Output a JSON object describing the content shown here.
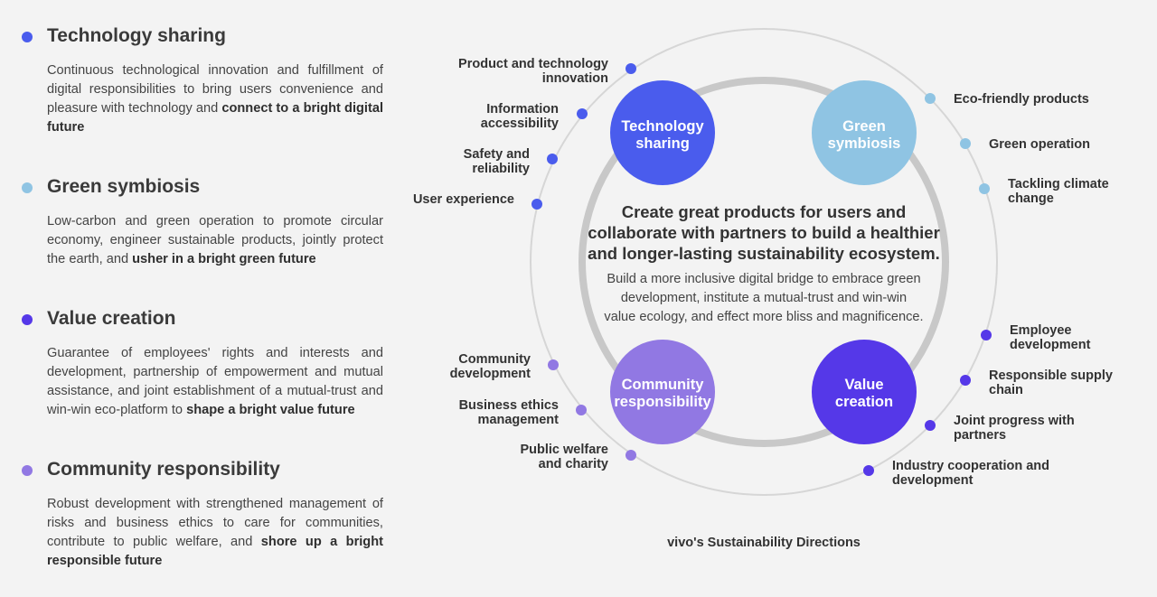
{
  "colors": {
    "technology": "#4a5ced",
    "green": "#8fc4e3",
    "value": "#5538e8",
    "community": "#9178e3",
    "ring": "#c8c8c8",
    "outer_ring": "#d6d6d6"
  },
  "sections": [
    {
      "title": "Technology sharing",
      "body": "Continuous technological innovation and fulfillment of digital responsibilities to bring users convenience and pleasure with technology and ",
      "bold": "connect to a bright digital future"
    },
    {
      "title": "Green symbiosis",
      "body": "Low-carbon and green operation to promote circular economy, engineer sustainable products, jointly protect the earth, and ",
      "bold": "usher in a bright green future"
    },
    {
      "title": "Value creation",
      "body": "Guarantee of employees' rights and interests and development, partnership of empowerment and mutual assistance, and joint establishment of a mutual-trust and win-win eco-platform to ",
      "bold": "shape a bright value future"
    },
    {
      "title": "Community responsibility",
      "body": "Robust development with strengthened management of risks and business ethics to care for communities, contribute to public welfare, and ",
      "bold": "shore up a bright responsible future"
    }
  ],
  "diagram": {
    "core_circles": {
      "technology": [
        "Technology",
        "sharing"
      ],
      "green": [
        "Green",
        "symbiosis"
      ],
      "community": [
        "Community",
        "responsibility"
      ],
      "value": [
        "Value",
        "creation"
      ]
    },
    "center_title": [
      "Create great products for users and",
      "collaborate with partners to build a healthier",
      "and longer-lasting sustainability ecosystem."
    ],
    "center_body": [
      "Build a more inclusive digital bridge to embrace green",
      "development, institute a mutual-trust and win-win",
      "value ecology, and effect more bliss and magnificence."
    ],
    "technology_items": [
      [
        "Product and technology",
        "innovation"
      ],
      [
        "Information",
        "accessibility"
      ],
      [
        "Safety and",
        "reliability"
      ],
      [
        "User experience"
      ]
    ],
    "green_items": [
      [
        "Eco-friendly products"
      ],
      [
        "Green operation"
      ],
      [
        "Tackling climate",
        "change"
      ]
    ],
    "value_items": [
      [
        "Employee",
        "development"
      ],
      [
        "Responsible supply",
        "chain"
      ],
      [
        "Joint progress with",
        "partners"
      ],
      [
        "Industry cooperation and",
        "development"
      ]
    ],
    "community_items": [
      [
        "Community",
        "development"
      ],
      [
        "Business ethics",
        "management"
      ],
      [
        "Public welfare",
        "and charity"
      ]
    ],
    "caption": "vivo's Sustainability Directions"
  }
}
